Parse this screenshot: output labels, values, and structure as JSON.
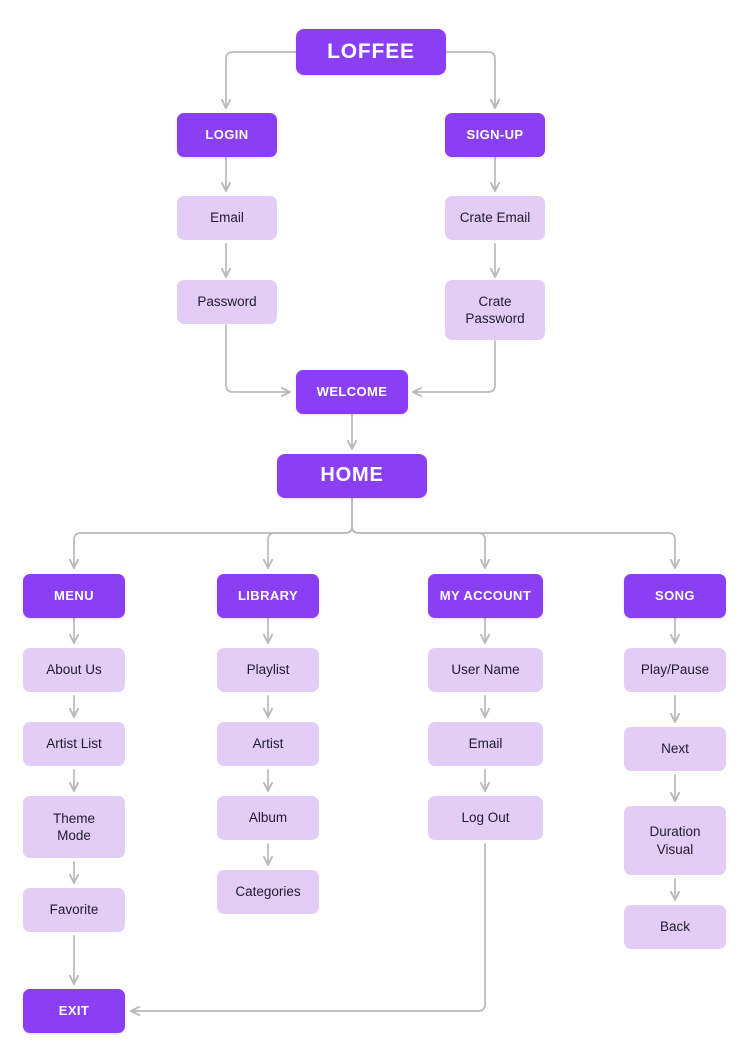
{
  "diagram": {
    "title": "LOFFEE",
    "type": "app-flowchart",
    "colors": {
      "primary": "#8b3ff5",
      "secondary": "#e3cdf7",
      "connector": "#b9b9b9",
      "background": "#ffffff",
      "primary_text": "#ffffff",
      "secondary_text": "#1f1a2e"
    },
    "nodes": {
      "loffee": "LOFFEE",
      "login": "LOGIN",
      "signup": "SIGN-UP",
      "email": "Email",
      "crate_email": "Crate Email",
      "password": "Password",
      "crate_password": "Crate\nPassword",
      "welcome": "WELCOME",
      "home": "HOME",
      "menu": "MENU",
      "library": "LIBRARY",
      "my_account": "MY ACCOUNT",
      "song": "SONG",
      "about_us": "About Us",
      "artist_list": "Artist List",
      "theme_mode": "Theme\nMode",
      "favorite": "Favorite",
      "playlist": "Playlist",
      "artist": "Artist",
      "album": "Album",
      "categories": "Categories",
      "user_name": "User Name",
      "account_email": "Email",
      "log_out": "Log Out",
      "play_pause": "Play/Pause",
      "next": "Next",
      "duration_visual": "Duration\nVisual",
      "back": "Back",
      "exit": "EXIT"
    },
    "branches": {
      "auth": [
        "login",
        "signup"
      ],
      "home_children": [
        "menu",
        "library",
        "my_account",
        "song"
      ]
    }
  }
}
